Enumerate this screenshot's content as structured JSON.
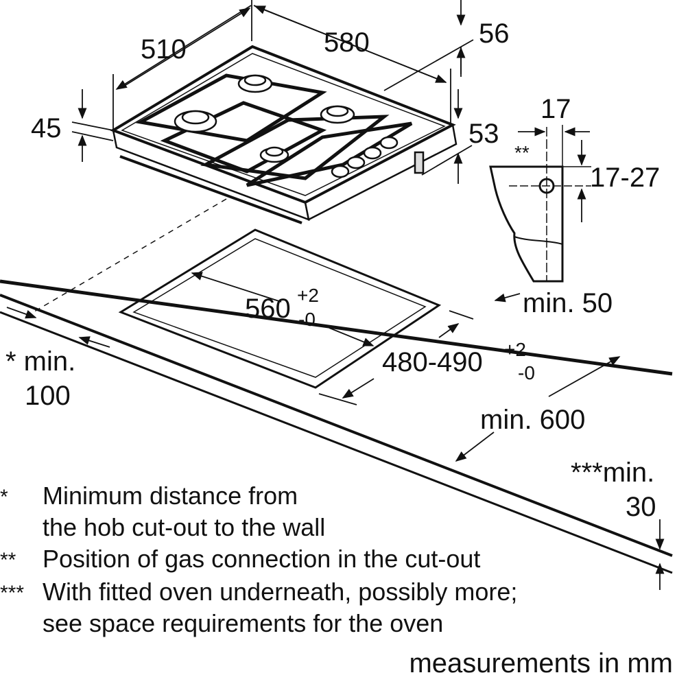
{
  "diagram": {
    "dimensions": {
      "hob_width": "510",
      "hob_depth": "580",
      "hob_height": "45",
      "top_depth": "56",
      "side_height": "53",
      "gas_offset": "17",
      "gas_height": "17-27",
      "gas_marker": "**",
      "cutout_width_main": "560",
      "cutout_width_tol_plus": "+2",
      "cutout_width_tol_minus": "-0",
      "cutout_depth_main": "480-490",
      "cutout_depth_tol_plus": "+2",
      "cutout_depth_tol_minus": "-0",
      "rear_min": "min. 50",
      "front_min": "min. 600",
      "wall_min_line1": "* min.",
      "wall_min_line2": "100",
      "oven_min_line1": "***min.",
      "oven_min_line2": "30"
    },
    "legend": [
      {
        "mark": "*",
        "lines": [
          "Minimum distance from",
          "the hob cut-out to the wall"
        ]
      },
      {
        "mark": "**",
        "lines": [
          "Position of gas connection in the cut-out"
        ]
      },
      {
        "mark": "***",
        "lines": [
          "With fitted oven underneath, possibly more;",
          "see space requirements for the oven"
        ]
      }
    ],
    "units_note": "measurements in mm"
  }
}
